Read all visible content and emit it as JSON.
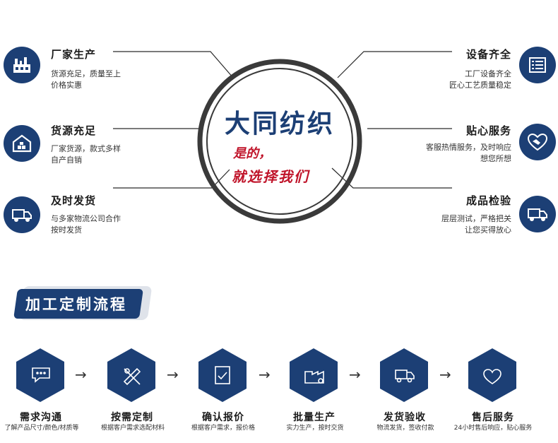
{
  "colors": {
    "navy": "#1c3f75",
    "red": "#c0142a",
    "ring": "#3a3a3a"
  },
  "center": {
    "brand": "大同纺织",
    "slogan_line1": "是的，",
    "slogan_line2": "就选择我们"
  },
  "features_left": [
    {
      "title": "厂家生产",
      "desc1": "货源充足，质量至上",
      "desc2": "价格实惠",
      "icon": "factory-icon"
    },
    {
      "title": "货源充足",
      "desc1": "厂家货源，款式多样",
      "desc2": "自产自销",
      "icon": "warehouse-icon"
    },
    {
      "title": "及时发货",
      "desc1": "与多家物流公司合作",
      "desc2": "按时发货",
      "icon": "truck-icon"
    }
  ],
  "features_right": [
    {
      "title": "设备齐全",
      "desc1": "工厂设备齐全",
      "desc2": "匠心工艺质量稳定",
      "icon": "list-icon"
    },
    {
      "title": "贴心服务",
      "desc1": "客服热情服务，及时响应",
      "desc2": "想您所想",
      "icon": "handshake-icon"
    },
    {
      "title": "成品检验",
      "desc1": "层层测试，严格把关",
      "desc2": "让您买得放心",
      "icon": "delivery-truck-icon"
    }
  ],
  "process": {
    "title": "加工定制流程",
    "steps": [
      {
        "title": "需求沟通",
        "desc": "了解产品尺寸/颜色/材质等",
        "icon": "chat-icon"
      },
      {
        "title": "按需定制",
        "desc": "根据客户需求选配材料",
        "icon": "design-tools-icon"
      },
      {
        "title": "确认报价",
        "desc": "根据客户需求，报价格",
        "icon": "checklist-icon"
      },
      {
        "title": "批量生产",
        "desc": "实力生产，按时交货",
        "icon": "factory-gear-icon"
      },
      {
        "title": "发货验收",
        "desc": "物流发货，签收付款",
        "icon": "shipping-icon"
      },
      {
        "title": "售后服务",
        "desc": "24小时售后响应，贴心服务",
        "icon": "handshake-icon"
      }
    ],
    "arrow": "→"
  }
}
